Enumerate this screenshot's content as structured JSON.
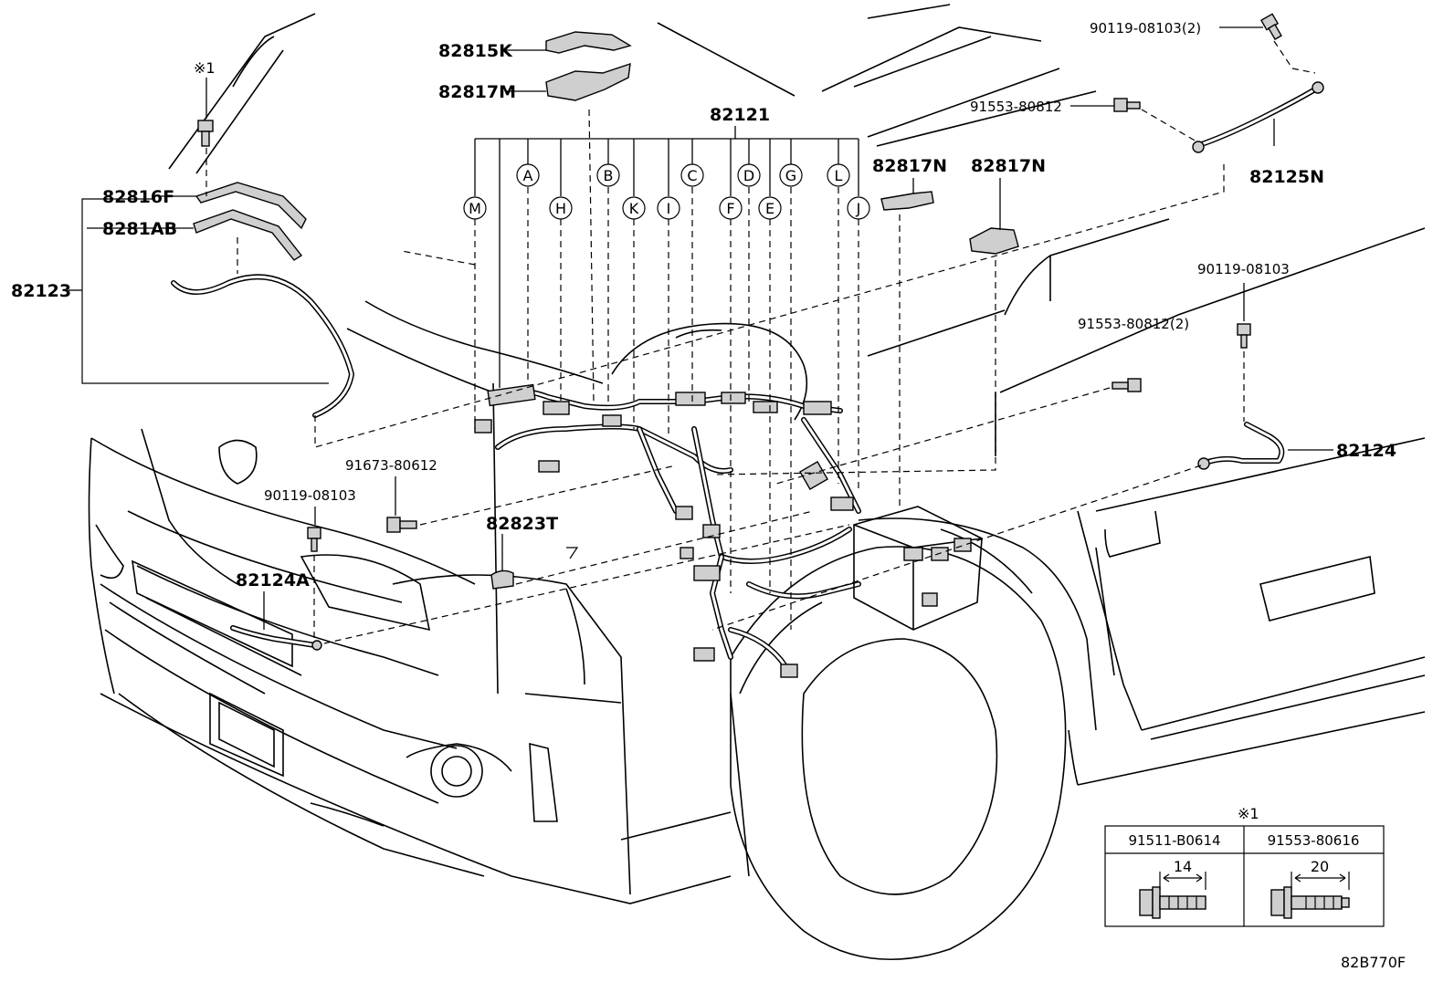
{
  "diagram": {
    "main_harness": "82121",
    "parts": {
      "p82815K": "82815K",
      "p82817M": "82817M",
      "p82816F": "82816F",
      "p8281AB": "8281AB",
      "p82123": "82123",
      "p82817N_a": "82817N",
      "p82817N_b": "82817N",
      "p90119_08103_2": "90119-08103(2)",
      "p91553_80812": "91553-80812",
      "p82125N": "82125N",
      "p90119_08103_right": "90119-08103",
      "p91553_80812_2": "91553-80812(2)",
      "p82124": "82124",
      "p91673_80612": "91673-80612",
      "p90119_08103_left": "90119-08103",
      "p82823T": "82823T",
      "p82124A": "82124A"
    },
    "callouts": [
      "A",
      "B",
      "C",
      "D",
      "E",
      "F",
      "G",
      "H",
      "I",
      "J",
      "K",
      "L",
      "M"
    ],
    "note_mark": "※1",
    "bolt_table": {
      "note": "※1",
      "col1_part": "91511-B0614",
      "col1_length": "14",
      "col2_part": "91553-80616",
      "col2_length": "20"
    },
    "figure_ref": "82B770F"
  }
}
